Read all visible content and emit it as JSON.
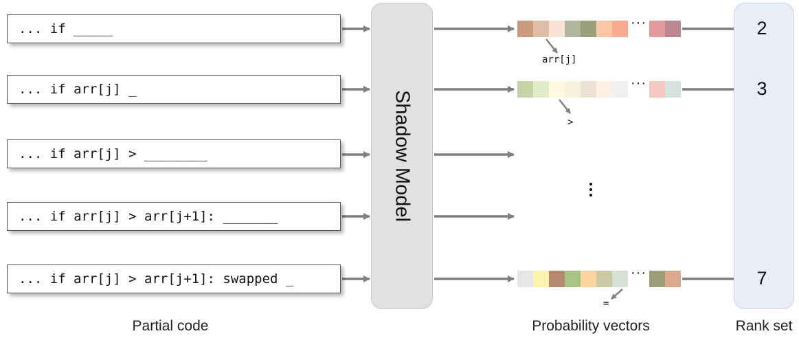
{
  "partial_code": [
    "... if _____",
    "... if arr[j] _",
    "... if arr[j] > ________",
    "... if arr[j] > arr[j+1]: _______",
    "... if arr[j] > arr[j+1]: swapped _"
  ],
  "shadow_model_label": "Shadow Model",
  "vectors": [
    {
      "cells_left": [
        "#c99a7b",
        "#dfbda6",
        "#f8e2d3",
        "#b3b49e",
        "#99a07c",
        "#fcc5a5",
        "#f8aa92"
      ],
      "cells_right": [
        "#e29a9c",
        "#bb8791"
      ],
      "token": "arr[j]",
      "rank": "2"
    },
    {
      "cells_left": [
        "#c7d3a6",
        "#e3ecc8",
        "#fdfae0",
        "#f7f2dd",
        "#ede3d5",
        "#fcf0e6",
        "#f0f0ee"
      ],
      "cells_right": [
        "#f4c7bf",
        "#d5e3dd"
      ],
      "token": ">",
      "rank": "3"
    },
    {
      "cells_left": [
        "#e6e6e6",
        "#fcf3ae",
        "#b38a6e",
        "#a9c385",
        "#fad39e",
        "#cbc9a3",
        "#d6e0d5"
      ],
      "cells_right": [
        "#9e9d7a",
        "#d8a98a"
      ],
      "token": "=",
      "rank": "7"
    }
  ],
  "vector_ellipsis": "···",
  "captions": {
    "partial_code": "Partial code",
    "probability_vectors": "Probability vectors",
    "rank_set": "Rank set"
  },
  "colors": {
    "arrow": "#7f7f7f",
    "shadow_model_fill": "#e1e1e1",
    "rank_panel_fill": "#e9edf8"
  }
}
